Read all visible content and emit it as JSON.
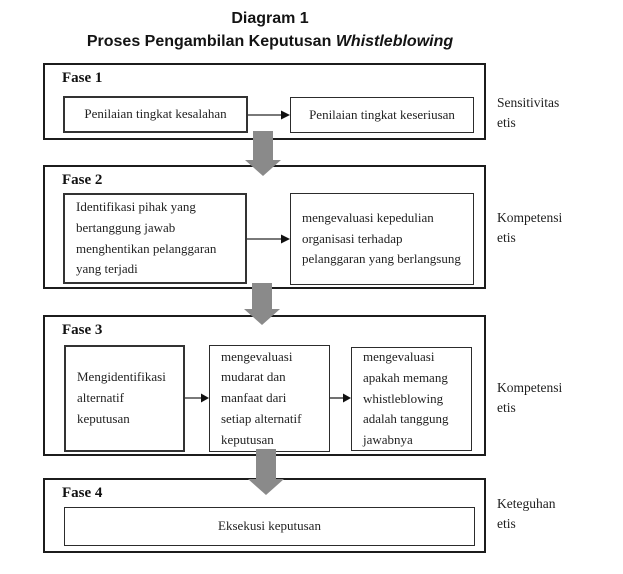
{
  "title": "Diagram 1",
  "subtitle": {
    "text": "Proses Pengambilan Keputusan",
    "italic": "Whistleblowing"
  },
  "phases": [
    {
      "label": "Fase 1",
      "side_label": "Sensitivitas etis",
      "boxes": [
        "Penilaian tingkat kesalahan",
        "Penilaian tingkat keseriusan"
      ]
    },
    {
      "label": "Fase 2",
      "side_label": "Kompetensi etis",
      "boxes": [
        "Identifikasi pihak yang bertanggung jawab menghentikan pelanggaran yang terjadi",
        "mengevaluasi kepedulian organisasi terhadap pelanggaran yang berlangsung"
      ]
    },
    {
      "label": "Fase 3",
      "side_label": "Kompetensi etis",
      "boxes": [
        "Mengidentifikasi alternatif keputusan",
        "mengevaluasi mudarat dan manfaat dari setiap alternatif keputusan",
        "mengevaluasi apakah memang whistleblowing adalah tanggung jawabnya"
      ]
    },
    {
      "label": "Fase 4",
      "side_label": "Keteguhan etis",
      "boxes": [
        "Eksekusi keputusan"
      ]
    }
  ],
  "colors": {
    "block_arrow_gray": "#8a8a8a",
    "border_dark": "#1c1c1c",
    "connector_line": "#4d4d4d",
    "connector_head": "#101010"
  }
}
